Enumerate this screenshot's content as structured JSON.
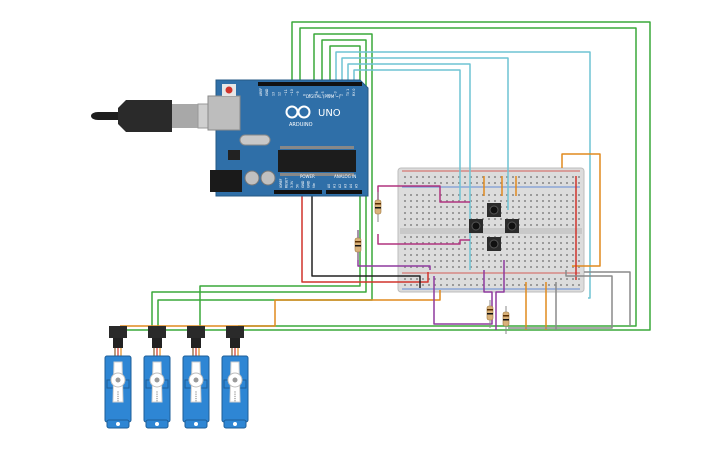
{
  "arduino": {
    "brand": "ARDUINO",
    "model": "UNO",
    "digital_header": "DIGITAL (PWM ~)",
    "power_header": "POWER",
    "analog_header": "ANALOG IN",
    "board_color": "#2f6fa8",
    "digital_pins": [
      "AREF",
      "GND",
      "13",
      "12",
      "~11",
      "~10",
      "~9",
      "8",
      "7",
      "~6",
      "~5",
      "4",
      "~3",
      "2",
      "TX 1",
      "RX 0"
    ],
    "power_pins": [
      "IOREF",
      "RESET",
      "3.3V",
      "5V",
      "GND",
      "GND",
      "Vin"
    ],
    "analog_pins": [
      "A0",
      "A1",
      "A2",
      "A3",
      "A4",
      "A5"
    ]
  },
  "breadboard": {
    "color": "#d8d8d8"
  },
  "servos": [
    {
      "id": "servo-1"
    },
    {
      "id": "servo-2"
    },
    {
      "id": "servo-3"
    },
    {
      "id": "servo-4"
    }
  ],
  "colors": {
    "wire_green": "#3aa83a",
    "wire_blue": "#6fc3d3",
    "wire_orange": "#e08a1e",
    "wire_purple": "#8e3a9e",
    "wire_red": "#d0342c",
    "wire_black": "#222222",
    "wire_gray": "#8a8a8a",
    "wire_magenta": "#b0337e",
    "servo_blue": "#2e86d4"
  },
  "icons": [
    "usb-cable-icon",
    "push-button-icon",
    "resistor-icon",
    "servo-motor-icon"
  ]
}
